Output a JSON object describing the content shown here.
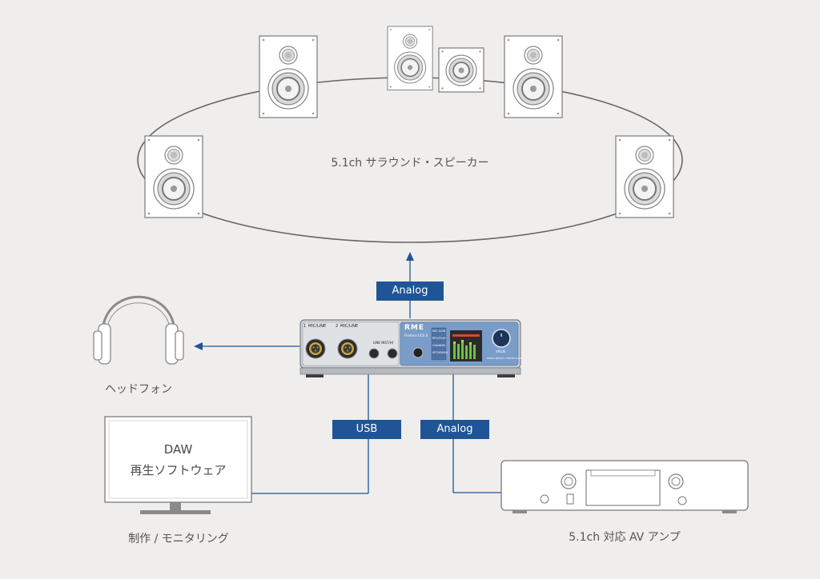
{
  "speakers_label": "5.1ch サラウンド・スピーカー",
  "headphones_label": "ヘッドフォン",
  "monitor": {
    "screen_line1": "DAW",
    "screen_line2": "再生ソフトウェア",
    "caption": "制作 / モニタリング"
  },
  "amp_caption": "5.1ch 対応 AV アンプ",
  "connections": {
    "top": "Analog",
    "usb": "USB",
    "bottom": "Analog"
  },
  "interface": {
    "brand": "RME",
    "model": "Fireface UCX II",
    "input_label_1": "MIC/LINE",
    "input_label_2": "MIC/LINE",
    "input_number_1": "1",
    "input_number_2": "2",
    "line_out_label": "LINE INST/HI",
    "value_label": "VALUE",
    "knob_sub_label": "PRESS SELECT / ENTER LOCK",
    "menu_items": [
      "MIC GAIN",
      "REC/PLAY",
      "CHANNEL",
      "SETUP/MIX"
    ]
  },
  "colors": {
    "background": "#efeeec",
    "accent": "#1f5596",
    "line": "#555555"
  }
}
